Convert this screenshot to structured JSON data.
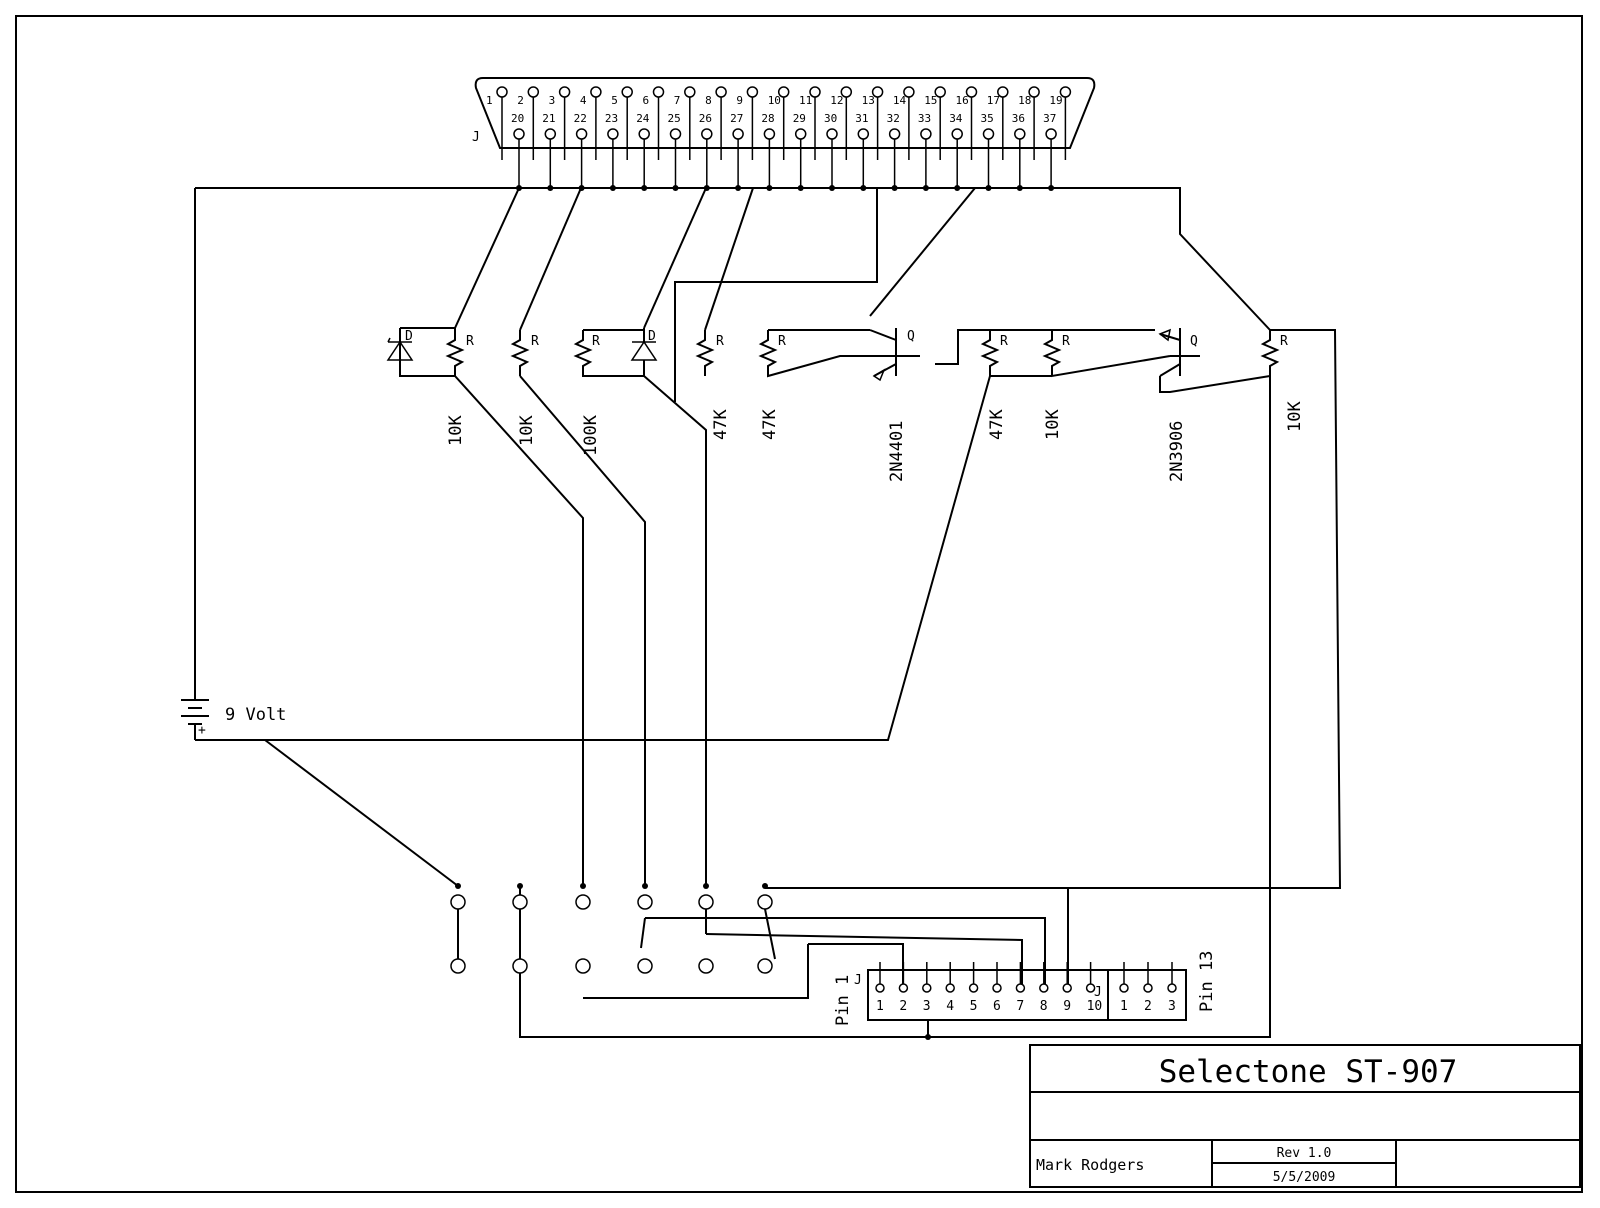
{
  "connector_j": {
    "label": "J",
    "top_pins": [
      "1",
      "2",
      "3",
      "4",
      "5",
      "6",
      "7",
      "8",
      "9",
      "10",
      "11",
      "12",
      "13",
      "14",
      "15",
      "16",
      "17",
      "18",
      "19"
    ],
    "bottom_pins": [
      "20",
      "21",
      "22",
      "23",
      "24",
      "25",
      "26",
      "27",
      "28",
      "29",
      "30",
      "31",
      "32",
      "33",
      "34",
      "35",
      "36",
      "37"
    ]
  },
  "components": {
    "diode_label": "D",
    "resistor_label": "R",
    "transistor_label": "Q",
    "values": [
      "10K",
      "10K",
      "100K",
      "47K",
      "47K",
      "2N4401",
      "47K",
      "10K",
      "2N3906",
      "10K"
    ]
  },
  "battery": {
    "label": "9 Volt",
    "polarity": "+"
  },
  "header": {
    "label": "J",
    "main_pins": [
      "1",
      "2",
      "3",
      "4",
      "5",
      "6",
      "7",
      "8",
      "9",
      "10"
    ],
    "aux_pins": [
      "1",
      "2",
      "3"
    ],
    "pin1_label": "Pin 1",
    "pin13_label": "Pin 13"
  },
  "title_block": {
    "title": "Selectone ST-907",
    "author": "Mark Rodgers",
    "revision": "Rev 1.0",
    "date": "5/5/2009"
  }
}
